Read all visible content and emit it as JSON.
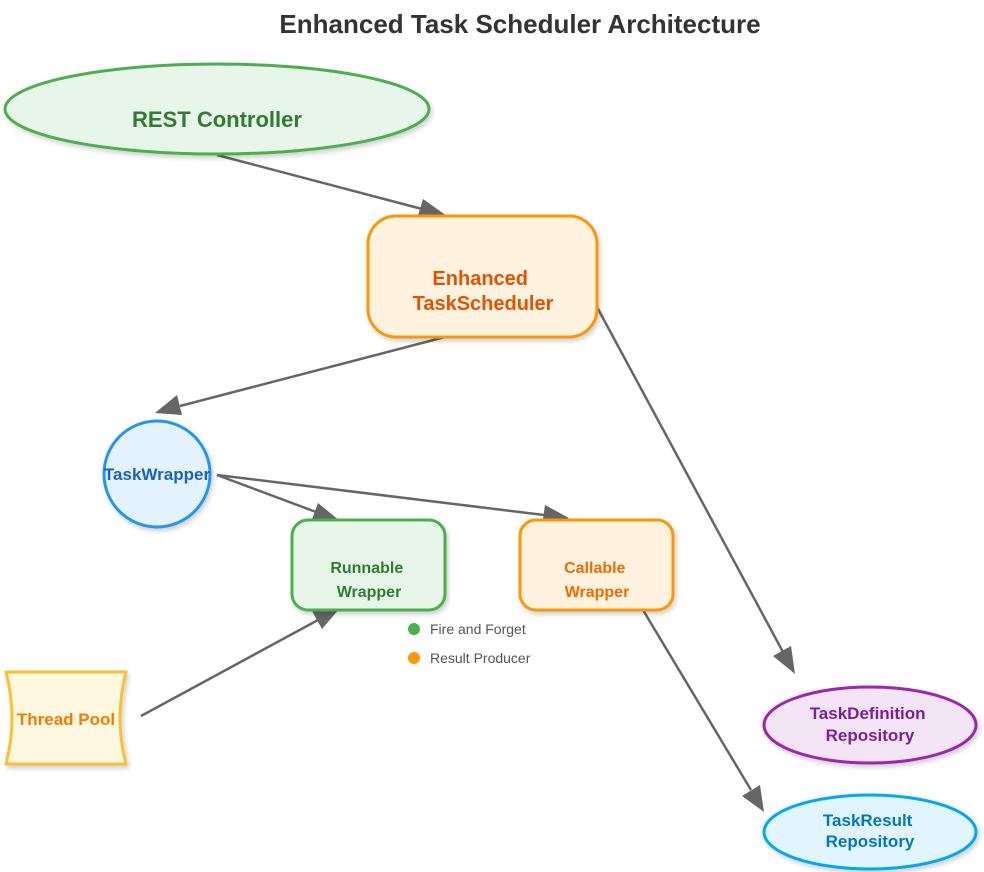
{
  "title": "Enhanced Task Scheduler Architecture",
  "nodes": {
    "rest_controller": {
      "lines": [
        "REST Controller"
      ]
    },
    "task_scheduler": {
      "lines": [
        "Enhanced",
        "TaskScheduler"
      ]
    },
    "task_wrapper": {
      "lines": [
        "TaskWrapper"
      ]
    },
    "runnable_wrapper": {
      "lines": [
        "Runnable",
        "Wrapper"
      ]
    },
    "callable_wrapper": {
      "lines": [
        "Callable",
        "Wrapper"
      ]
    },
    "thread_pool": {
      "lines": [
        "Thread Pool"
      ]
    },
    "task_definition_repo": {
      "lines": [
        "TaskDefinition",
        "Repository"
      ]
    },
    "task_result_repo": {
      "lines": [
        "TaskResult",
        "Repository"
      ]
    }
  },
  "legend": [
    {
      "label": "Fire and Forget",
      "color": "#4caf50"
    },
    {
      "label": "Result Producer",
      "color": "#ff9800"
    }
  ],
  "colors": {
    "green_stroke": "#4caf50",
    "green_fill": "#e8f5e9",
    "green_text": "#2e7d32",
    "orange_stroke": "#ff9800",
    "orange_fill": "#fff3e0",
    "orange_text": "#e65100",
    "orange_text_light": "#ef6c00",
    "blue_stroke": "#2196f3",
    "blue_fill": "#e3f2fd",
    "blue_text": "#1565c0",
    "yellow_stroke": "#fbc02d",
    "yellow_fill": "#fff8e1",
    "yellow_text": "#f57c00",
    "purple_stroke": "#9c27b0",
    "purple_fill": "#f3e5f5",
    "purple_text": "#7b1fa2",
    "cyan_stroke": "#03a9f4",
    "cyan_fill": "#e1f5fe",
    "cyan_text": "#0277bd",
    "edge": "#666666"
  }
}
